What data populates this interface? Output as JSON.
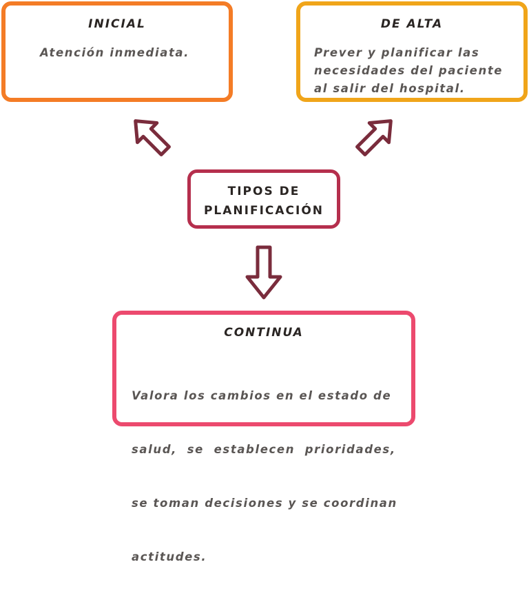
{
  "colors": {
    "inicial_border": "#f47c26",
    "alta_border": "#f0a51a",
    "center_border": "#b52f4d",
    "continua_border": "#ec4a6e",
    "arrow": "#7a2c3c",
    "title_text": "#2a2523",
    "body_text": "#5a5654"
  },
  "center": {
    "line1": "TIPOS DE",
    "line2": "PLANIFICACIÓN"
  },
  "inicial": {
    "title": "INICIAL",
    "desc": [
      "Atención inmediata."
    ]
  },
  "alta": {
    "title": "DE ALTA",
    "desc": [
      "Prever y planificar las",
      "necesidades del paciente",
      "al salir del hospital."
    ]
  },
  "continua": {
    "title": "CONTINUA",
    "desc": [
      "Valora los cambios en el estado de",
      "salud,  se  establecen  prioridades,",
      "se toman decisiones y se coordinan",
      "actitudes."
    ]
  },
  "arrows": {
    "to_inicial": "arrow-up-left-icon",
    "to_alta": "arrow-up-right-icon",
    "to_continua": "arrow-down-icon"
  }
}
